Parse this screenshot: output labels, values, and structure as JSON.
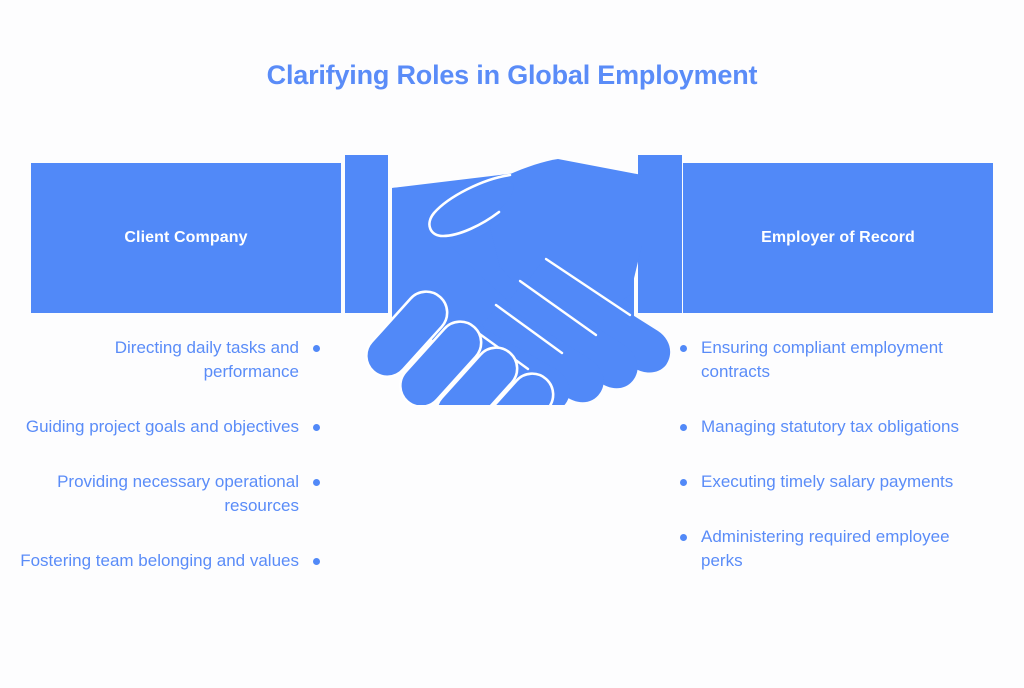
{
  "page": {
    "title": "Clarifying Roles in Global Employment",
    "background_color": "#fdfdfe",
    "accent_color": "#5189f8",
    "text_color": "#5a8cf8",
    "banner_text_color": "#ffffff"
  },
  "illustration": {
    "name": "handshake-illustration",
    "description": "Two hands shaking, flat blue silhouette with white outlines",
    "color": "#5189f8"
  },
  "columns": {
    "left": {
      "banner_label": "Client Company",
      "items": [
        {
          "text": "Directing daily tasks and performance"
        },
        {
          "text": "Guiding project goals and objectives"
        },
        {
          "text": "Providing necessary operational resources"
        },
        {
          "text": "Fostering team belonging and values"
        }
      ]
    },
    "right": {
      "banner_label": "Employer of Record",
      "items": [
        {
          "text": "Ensuring compliant employment contracts"
        },
        {
          "text": "Managing statutory tax obligations"
        },
        {
          "text": "Executing timely salary payments"
        },
        {
          "text": "Administering required employee perks"
        }
      ]
    }
  }
}
